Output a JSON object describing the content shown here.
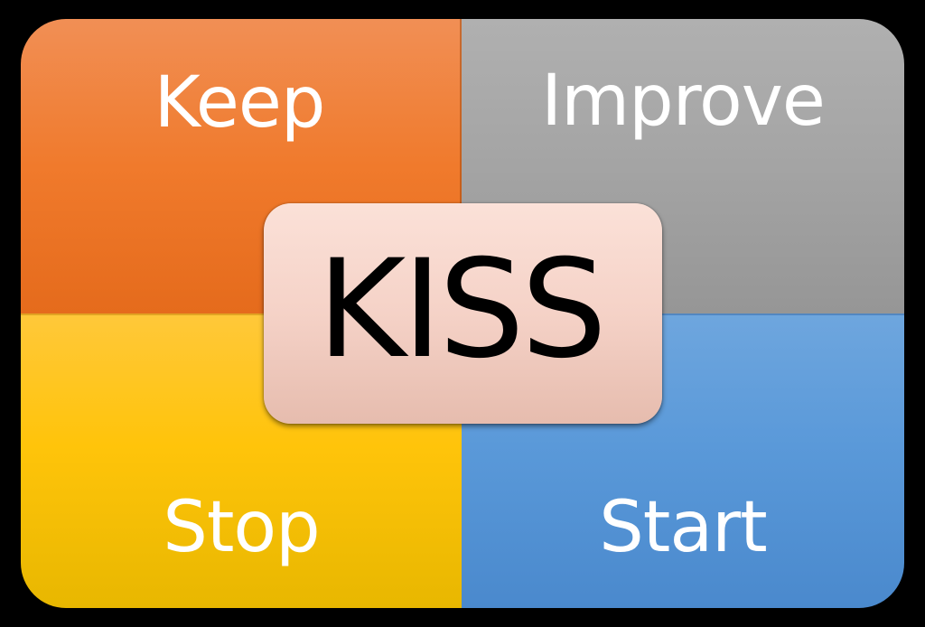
{
  "diagram": {
    "type": "quadrant",
    "center": {
      "label": "KISS",
      "color": "#f5d2c7"
    },
    "quadrants": [
      {
        "position": "top-left",
        "label": "Keep",
        "color": "#f07a2c"
      },
      {
        "position": "top-right",
        "label": "Improve",
        "color": "#a4a4a4"
      },
      {
        "position": "bottom-left",
        "label": "Stop",
        "color": "#ffc40a"
      },
      {
        "position": "bottom-right",
        "label": "Start",
        "color": "#5a99d9"
      }
    ],
    "background": "#000000",
    "text_color": "#ffffff"
  }
}
